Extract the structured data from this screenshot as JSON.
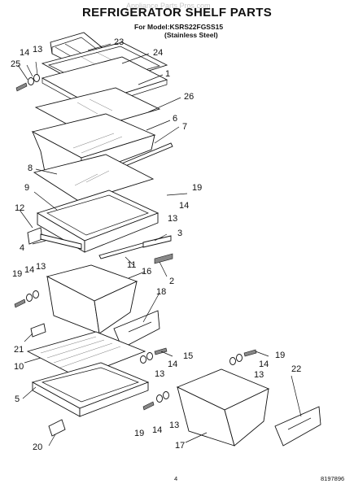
{
  "watermark": "Appliance Parts Pros.com",
  "title": "REFRIGERATOR SHELF PARTS",
  "model_line": "For Model:KSRS22FGSS15",
  "finish_line": "(Stainless Steel)",
  "page_number": "4",
  "doc_number": "8197896",
  "callouts": {
    "c23": "23",
    "c24": "24",
    "c25": "25",
    "c14a": "14",
    "c13a": "13",
    "c1": "1",
    "c26": "26",
    "c6": "6",
    "c7": "7",
    "c8": "8",
    "c9": "9",
    "c19a": "19",
    "c14b": "14",
    "c13b": "13",
    "c12": "12",
    "c3": "3",
    "c4": "4",
    "c11": "11",
    "c16": "16",
    "c2": "2",
    "c19b": "19",
    "c14c": "14",
    "c13c": "13",
    "c18": "18",
    "c21": "21",
    "c15": "15",
    "c14d": "14",
    "c13d": "13",
    "c10": "10",
    "c19c": "19",
    "c14e": "14",
    "c13e": "13",
    "c22": "22",
    "c5": "5",
    "c19d": "19",
    "c14f": "14",
    "c13f": "13",
    "c17": "17",
    "c20": "20"
  }
}
